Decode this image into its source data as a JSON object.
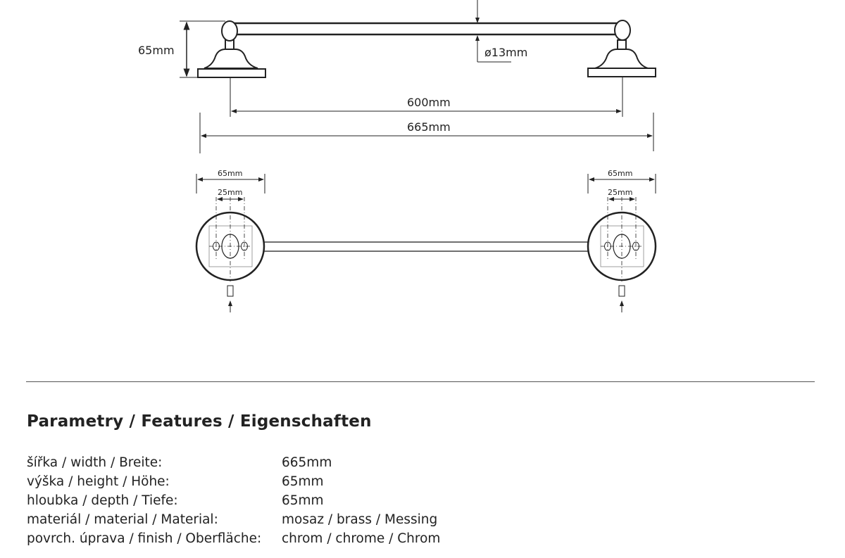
{
  "drawing": {
    "height_label": "65mm",
    "diameter_label": "ø13mm",
    "mount_distance_label": "600mm",
    "total_width_label": "665mm",
    "left_base_width_label": "65mm",
    "left_hole_spacing_label": "25mm",
    "right_base_width_label": "65mm",
    "right_hole_spacing_label": "25mm"
  },
  "features": {
    "title": "Parametry / Features / Eigenschaften",
    "rows": [
      {
        "label": "šířka / width / Breite:",
        "value": "665mm"
      },
      {
        "label": "výška / height / Höhe:",
        "value": "65mm"
      },
      {
        "label": "hloubka / depth / Tiefe:",
        "value": "65mm"
      },
      {
        "label": "materiál / material / Material:",
        "value": "mosaz / brass / Messing"
      },
      {
        "label": "povrch. úprava / finish / Oberfläche:",
        "value": "chrom / chrome / Chrom"
      }
    ]
  }
}
